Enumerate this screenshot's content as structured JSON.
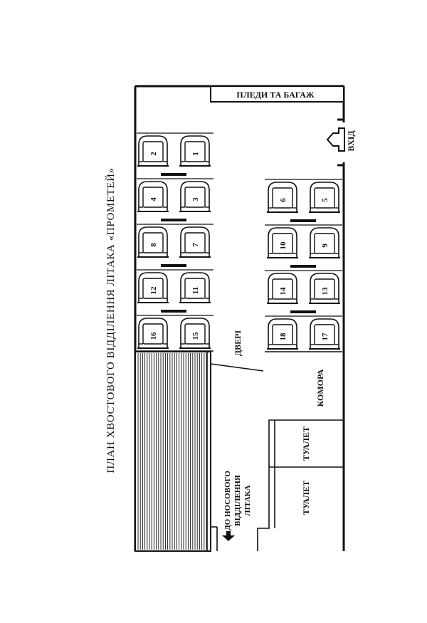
{
  "title": "ПЛАН ХВОСТОВОГО ВІДДІЛЕННЯ ЛІТАКА «ПРОМЕТЕЙ»",
  "labels": {
    "luggage": "ПЛЕДИ ТА БАГАЖ",
    "entrance": "ВХІД",
    "doors": "ДВЕРІ",
    "pantry": "КОМОРА",
    "toilet_1": "ТУАЛЕТ",
    "toilet_2": "ТУАЛЕТ",
    "to_nose_line1": "ДО НОСОВОГО",
    "to_nose_line2": "ВІДДІЛЕННЯ",
    "to_nose_line3": "ЛІТАКА"
  },
  "seats": {
    "left_column": [
      {
        "outer": "2",
        "inner": "1"
      },
      {
        "outer": "4",
        "inner": "3"
      },
      {
        "outer": "8",
        "inner": "7"
      },
      {
        "outer": "12",
        "inner": "11"
      },
      {
        "outer": "16",
        "inner": "15"
      }
    ],
    "right_column": [
      {
        "outer": "6",
        "inner": "5"
      },
      {
        "outer": "10",
        "inner": "9"
      },
      {
        "outer": "14",
        "inner": "13"
      },
      {
        "outer": "18",
        "inner": "17"
      }
    ]
  }
}
